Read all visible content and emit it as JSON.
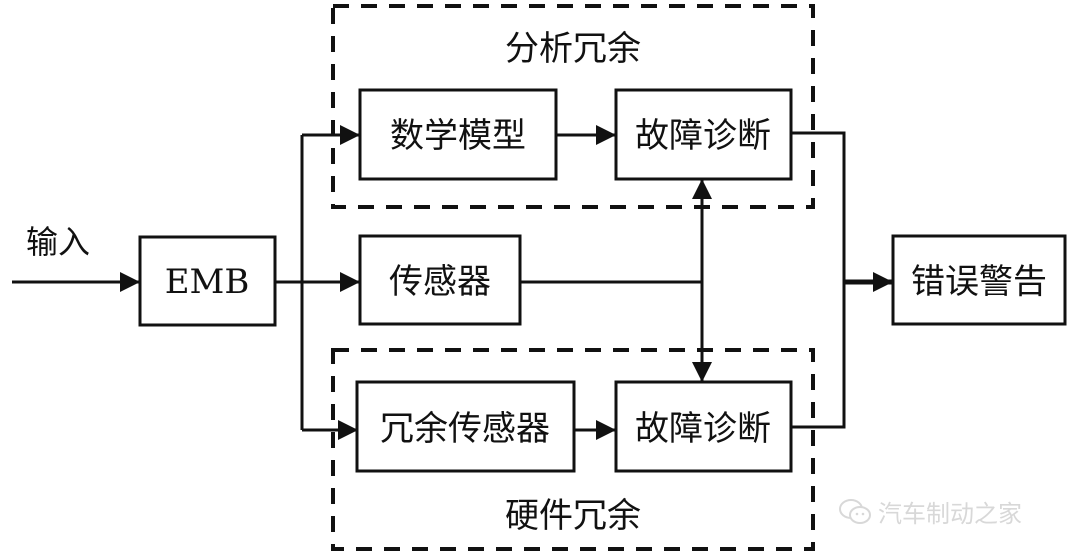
{
  "diagram": {
    "input_label": "输入",
    "groups": {
      "analytical": {
        "label": "分析冗余"
      },
      "hardware": {
        "label": "硬件冗余"
      }
    },
    "blocks": {
      "emb": "EMB",
      "math_model": "数学模型",
      "fault_diag_top": "故障诊断",
      "sensor": "传感器",
      "redundant_sensor": "冗余传感器",
      "fault_diag_bottom": "故障诊断",
      "error_warning": "错误警告"
    },
    "colors": {
      "stroke": "#111111",
      "background": "#ffffff",
      "watermark": "#d8d8d8"
    }
  },
  "watermark": {
    "icon": "wechat-icon",
    "text": "汽车制动之家"
  }
}
